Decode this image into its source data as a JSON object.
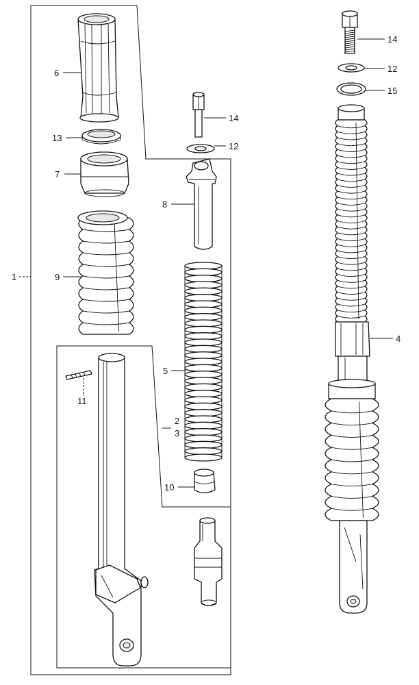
{
  "labels": {
    "p1": "1",
    "p2": "2",
    "p3": "3",
    "p4": "4",
    "p5": "5",
    "p6": "6",
    "p7": "7",
    "p8": "8",
    "p9": "9",
    "p10": "10",
    "p11": "11",
    "p12a": "12",
    "p12b": "12",
    "p13": "13",
    "p14a": "14",
    "p14b": "14",
    "p15": "15"
  }
}
